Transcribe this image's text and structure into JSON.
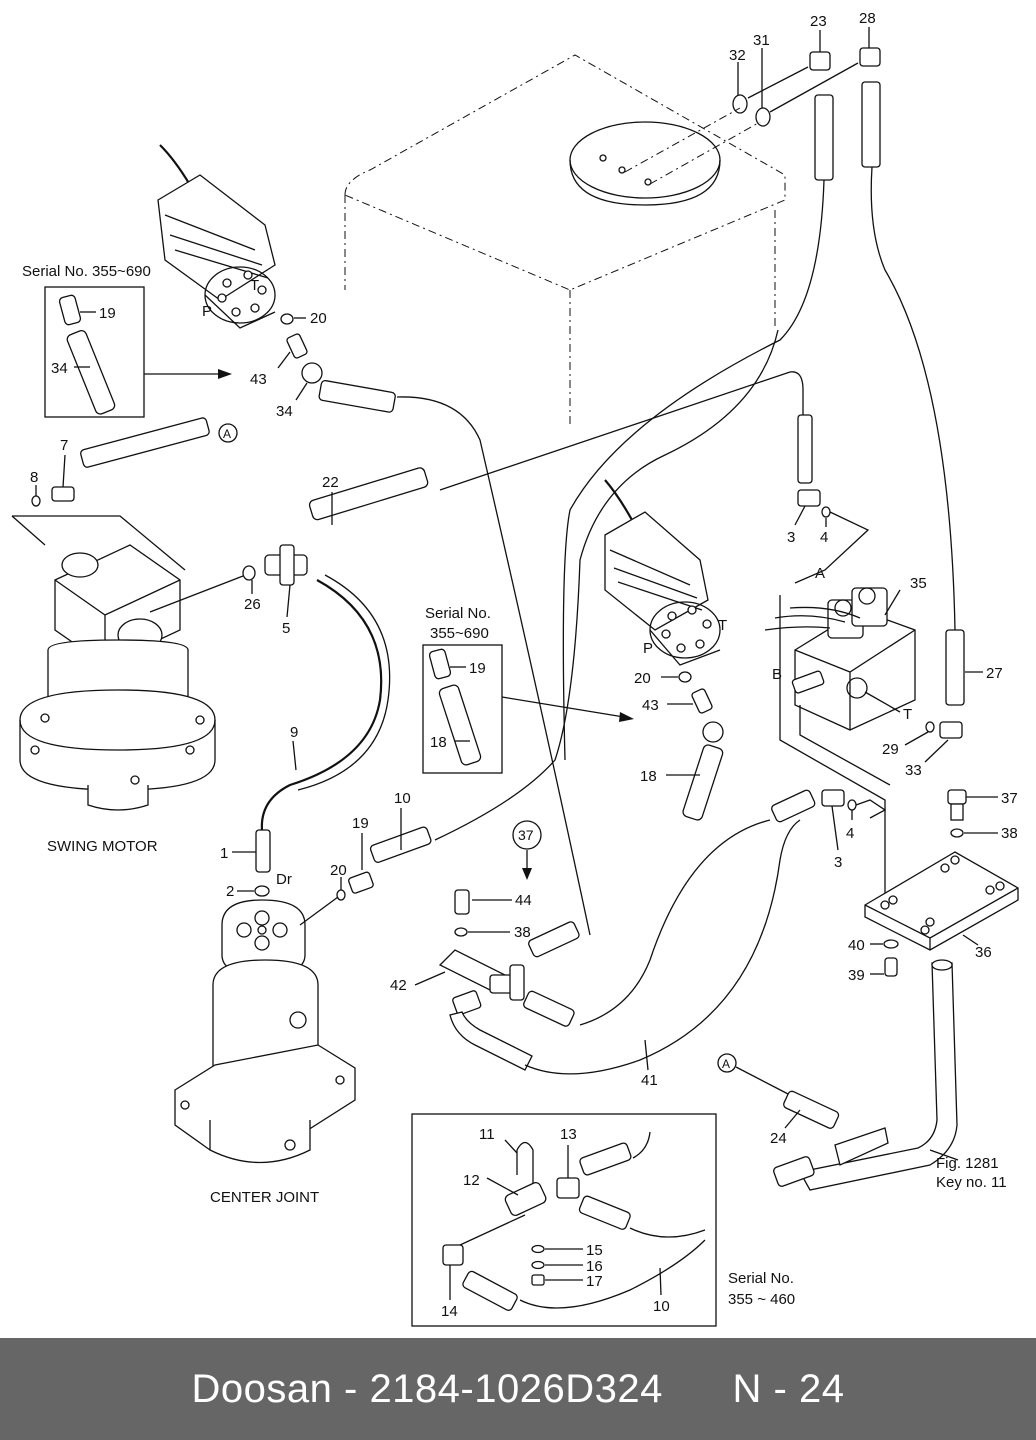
{
  "footer": {
    "brand": "Doosan",
    "separator": " - ",
    "part_number": "2184-1026D324",
    "page_prefix": "N",
    "page_number": "24"
  },
  "captions": {
    "swing_motor": "SWING MOTOR",
    "center_joint": "CENTER JOINT",
    "serial_inset_left": "Serial No. 355~690",
    "serial_inset_mid_line1": "Serial No.",
    "serial_inset_mid_line2": "355~690",
    "serial_inset_bottom_line1": "Serial No.",
    "serial_inset_bottom_line2": "355 ~ 460",
    "fig_ref_line1": "Fig. 1281",
    "fig_ref_line2": "Key no. 11",
    "circled_ref_a": "A",
    "circled_ref_37": "37",
    "port_p": "P",
    "port_t": "T",
    "port_a": "A",
    "port_b": "B",
    "port_dr": "Dr"
  },
  "callouts": [
    {
      "id": "c1",
      "label": "1"
    },
    {
      "id": "c2",
      "label": "2"
    },
    {
      "id": "c3a",
      "label": "3"
    },
    {
      "id": "c3b",
      "label": "3"
    },
    {
      "id": "c4a",
      "label": "4"
    },
    {
      "id": "c4b",
      "label": "4"
    },
    {
      "id": "c5",
      "label": "5"
    },
    {
      "id": "c7",
      "label": "7"
    },
    {
      "id": "c8",
      "label": "8"
    },
    {
      "id": "c9",
      "label": "9"
    },
    {
      "id": "c10a",
      "label": "10"
    },
    {
      "id": "c10b",
      "label": "10"
    },
    {
      "id": "c11",
      "label": "11"
    },
    {
      "id": "c12",
      "label": "12"
    },
    {
      "id": "c13",
      "label": "13"
    },
    {
      "id": "c14",
      "label": "14"
    },
    {
      "id": "c15",
      "label": "15"
    },
    {
      "id": "c16",
      "label": "16"
    },
    {
      "id": "c17",
      "label": "17"
    },
    {
      "id": "c18a",
      "label": "18"
    },
    {
      "id": "c18b",
      "label": "18"
    },
    {
      "id": "c19a",
      "label": "19"
    },
    {
      "id": "c19b",
      "label": "19"
    },
    {
      "id": "c19c",
      "label": "19"
    },
    {
      "id": "c20a",
      "label": "20"
    },
    {
      "id": "c20b",
      "label": "20"
    },
    {
      "id": "c20c",
      "label": "20"
    },
    {
      "id": "c22",
      "label": "22"
    },
    {
      "id": "c23",
      "label": "23"
    },
    {
      "id": "c24",
      "label": "24"
    },
    {
      "id": "c26",
      "label": "26"
    },
    {
      "id": "c27",
      "label": "27"
    },
    {
      "id": "c28",
      "label": "28"
    },
    {
      "id": "c29",
      "label": "29"
    },
    {
      "id": "c31",
      "label": "31"
    },
    {
      "id": "c32",
      "label": "32"
    },
    {
      "id": "c33",
      "label": "33"
    },
    {
      "id": "c34a",
      "label": "34"
    },
    {
      "id": "c34b",
      "label": "34"
    },
    {
      "id": "c35",
      "label": "35"
    },
    {
      "id": "c36",
      "label": "36"
    },
    {
      "id": "c37",
      "label": "37"
    },
    {
      "id": "c38a",
      "label": "38"
    },
    {
      "id": "c38b",
      "label": "38"
    },
    {
      "id": "c39",
      "label": "39"
    },
    {
      "id": "c40",
      "label": "40"
    },
    {
      "id": "c41",
      "label": "41"
    },
    {
      "id": "c42",
      "label": "42"
    },
    {
      "id": "c43a",
      "label": "43"
    },
    {
      "id": "c43b",
      "label": "43"
    },
    {
      "id": "c44",
      "label": "44"
    }
  ]
}
